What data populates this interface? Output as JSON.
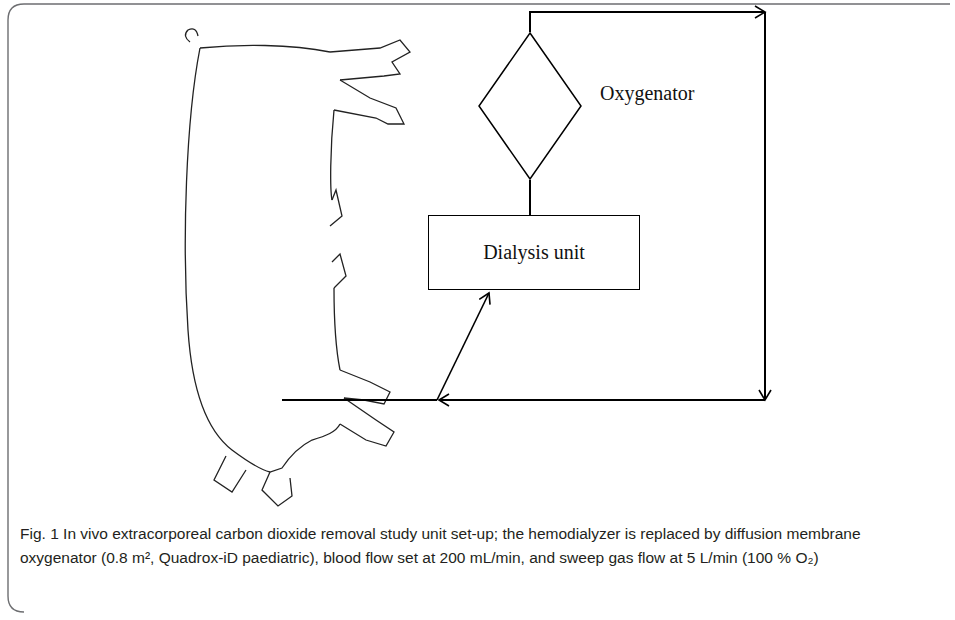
{
  "diagram": {
    "caption": "Fig. 1 In vivo extracorporeal carbon dioxide removal study unit set-up; the hemodialyzer is replaced by diffusion membrane oxygenator (0.8 m², Quadrox-iD paediatric), blood flow set at 200 mL/min, and sweep gas flow at 5 L/min (100 % O₂)",
    "nodes": [
      {
        "text": [
          "Oxygenator"
        ]
      },
      {
        "text": [
          "Dialysis unit"
        ]
      }
    ],
    "edges": [
      {
        "from": 1,
        "to": 0,
        "arrow": "none"
      }
    ]
  }
}
